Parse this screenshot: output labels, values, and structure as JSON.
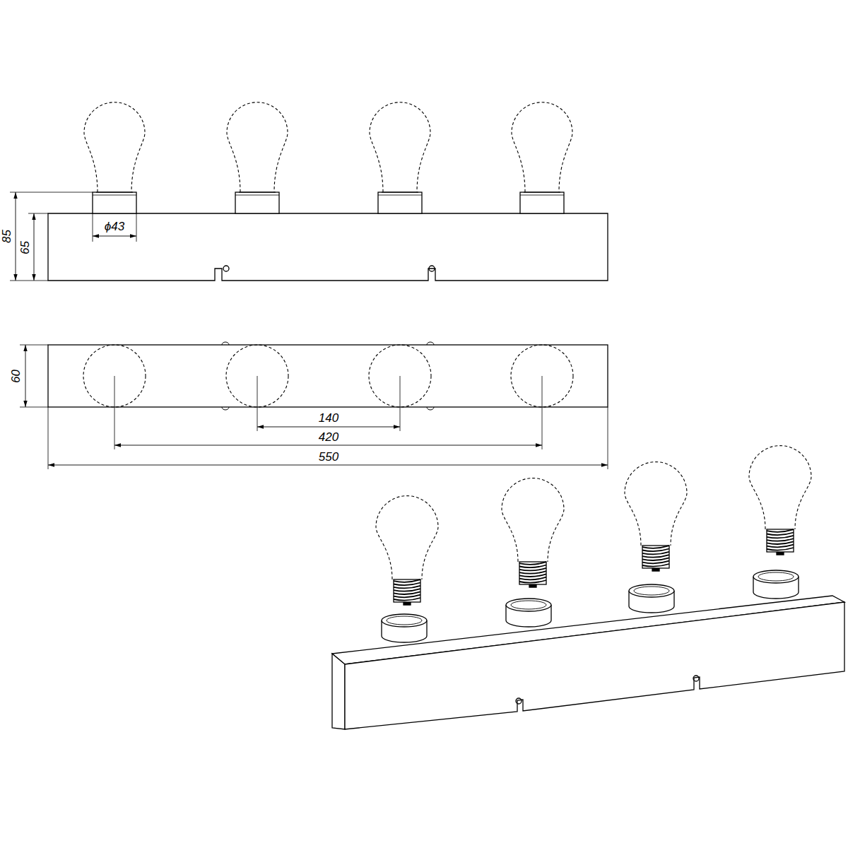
{
  "diagram": {
    "labels": [
      "85",
      "65",
      "ϕ43",
      "60",
      "140",
      "420",
      "550"
    ]
  }
}
